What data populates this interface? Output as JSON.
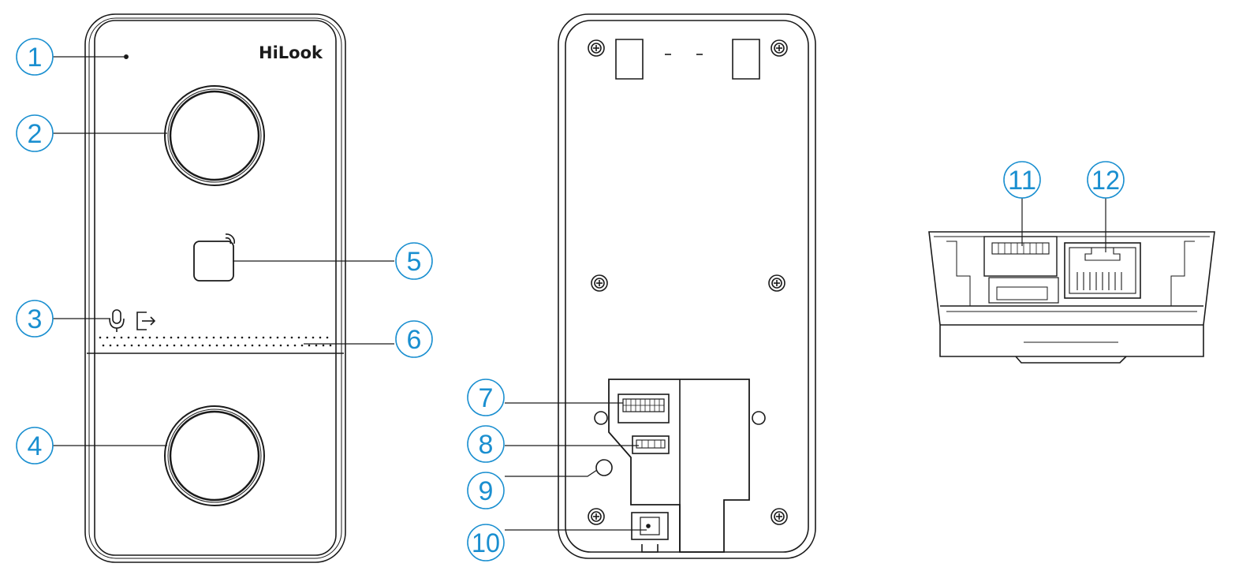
{
  "brand": {
    "logo_text": "HiLook"
  },
  "front_panel": {
    "icons": [
      "microphone-icon",
      "exit-door-icon",
      "card-reader-icon"
    ]
  },
  "callouts": [
    {
      "id": "1",
      "label": "1"
    },
    {
      "id": "2",
      "label": "2"
    },
    {
      "id": "3",
      "label": "3"
    },
    {
      "id": "4",
      "label": "4"
    },
    {
      "id": "5",
      "label": "5"
    },
    {
      "id": "6",
      "label": "6"
    },
    {
      "id": "7",
      "label": "7"
    },
    {
      "id": "8",
      "label": "8"
    },
    {
      "id": "9",
      "label": "9"
    },
    {
      "id": "10",
      "label": "10"
    },
    {
      "id": "11",
      "label": "11"
    },
    {
      "id": "12",
      "label": "12"
    }
  ],
  "colors": {
    "callout": "#1a8fd0",
    "line": "#1a1a1a",
    "background": "#ffffff"
  }
}
